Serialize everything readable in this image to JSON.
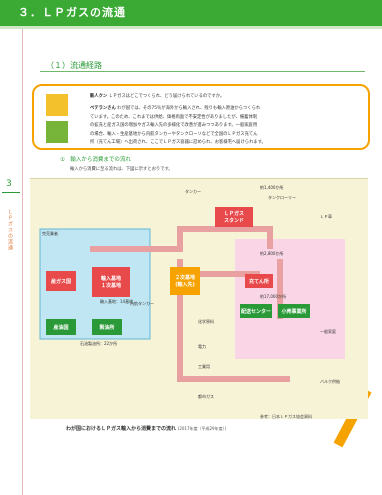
{
  "header": {
    "title": "３．ＬＰガスの流通"
  },
  "sidebar": {
    "number": "3",
    "vertical_text": "ＬＰガスの流通"
  },
  "section": {
    "title": "（１）流通経路"
  },
  "dialogue": {
    "line1_speaker": "新人クン",
    "line1_text": "ＬＰガスはどこでつくられ、どう届けられているのですか。",
    "line2_speaker": "ベテランさん",
    "line2_text": "わが国では、その75％が海外から輸入され、残りも輸入原油からつくられ",
    "line3_text": "ています。このため、これまでは供給、価格両面で不安定性がありましたが、備蓄体制",
    "line4_text": "の拡充と産ガス国の増加やガス輸入先の多様化で改善が進みつつあります。一般家庭用",
    "line5_text": "の場合、輸入・生産基地から内航タンカーやタンクローリなどで全国のＬＰガス充てん",
    "line6_text": "所（充てん工場）へ出荷され、ここでＬＰガス容器に詰められ、お客様宅へ届けられます。"
  },
  "subsection": {
    "title": "①　輸入から消費までの流れ",
    "body": "輸入から消費に至る流れは、下図に示すとおりです。"
  },
  "diagram": {
    "overseas_label": "完売業者",
    "node_sangas": "産ガス国",
    "node_import": "輸入基地\n１次基地",
    "node_secondary": "２次基地\n(輸入先)",
    "node_fill": "充てん所",
    "node_delivery": "配送センター",
    "node_retail": "小売事業所",
    "node_refinery": "製油所",
    "node_crude": "産油国",
    "node_station": "ＬＰガス\nスタンド",
    "label_tanker1": "タンカー",
    "label_tanker2": "タンクローリー",
    "label_tanker3": "内航タンカー",
    "label_lpcar": "ＬＰ車",
    "label_home": "一般家庭",
    "label_industry": "工業用",
    "label_city": "都市ガス",
    "label_chem": "化学原料",
    "label_power": "電力",
    "label_bulk": "バルク供給",
    "label_stats1": "約1,400か所",
    "label_stats2": "約2,800か所",
    "label_stats3": "約17,000か所",
    "label_base": "輸入基地：14基地",
    "label_refinery_count": "石油製油所：22か所"
  },
  "caption": {
    "main": "わが国におけるＬＰガス輸入から消費までの流れ",
    "sub": "(2017年度（平成29年度）)"
  },
  "reference": "参考：日本ＬＰガス協会資料"
}
